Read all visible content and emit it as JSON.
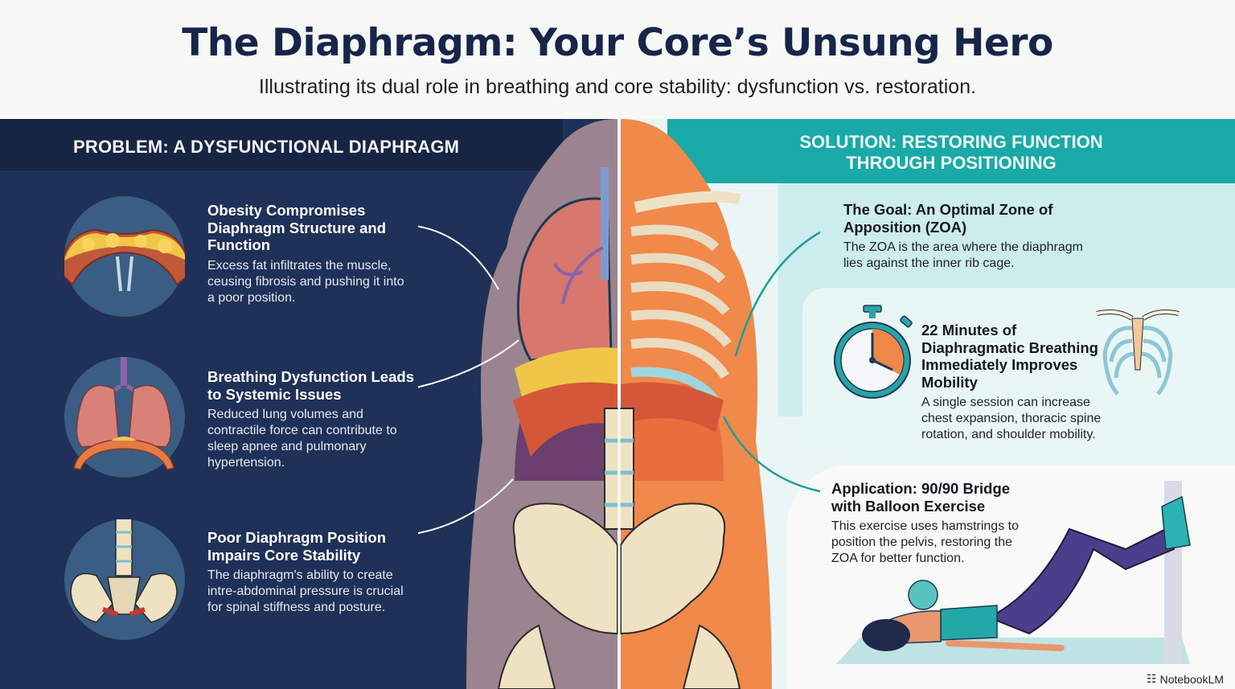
{
  "header": {
    "title": "The Diaphragm: Your Core’s Unsung Hero",
    "subtitle": "Illustrating its dual role in breathing and core stability: dysfunction vs. restoration."
  },
  "problem": {
    "heading": "PROBLEM: A DYSFUNCTIONAL DIAPHRAGM",
    "items": [
      {
        "title": "Obesity Compromises Diaphragm Structure and Function",
        "body": "Excess fat infiltrates the muscle, ceusing fibrosis and pushing it into a poor position.",
        "icon": "fatty-diaphragm-icon"
      },
      {
        "title": "Breathing Dysfunction Leads to Systemic Issues",
        "body": "Reduced lung volumes and contractile force can contribute to sleep apnee and pulmonary hypertension.",
        "icon": "lungs-diaphragm-icon"
      },
      {
        "title": "Poor Diaphragm Position Impairs Core Stability",
        "body": "The diaphragm's ability to create intre-abdominal pressure is crucial for spinal stiffness and posture.",
        "icon": "spine-pelvis-icon"
      }
    ]
  },
  "solution": {
    "heading_line1": "SOLUTION: RESTORING FUNCTION",
    "heading_line2": "THROUGH POSITIONING",
    "items": [
      {
        "title": "The Goal: An Optimal Zone of Apposition (ZOA)",
        "body": "The ZOA is the area where the diaphragm lies against the inner rib cage."
      },
      {
        "title": "22 Minutes of Diaphragmatic Breathing Immediately Improves Mobility",
        "body": "A single session can increase chest expansion, thoracic spine rotation, and shoulder mobility.",
        "icons": [
          "stopwatch-icon",
          "rib-cage-icon"
        ]
      },
      {
        "title": "Application: 90/90 Bridge with Balloon Exercise",
        "body": "This exercise uses hamstrings to position the pelvis, restoring the ZOA for better function.",
        "icon": "bridge-balloon-exercise-illustration"
      }
    ]
  },
  "colors": {
    "navy_panel": "#1f3158",
    "navy_header": "#172544",
    "teal_header": "#19a9a6",
    "teal_light": "#cdeced",
    "orange_body": "#f0894a",
    "title_navy": "#16254a"
  },
  "watermark": {
    "label": "NotebookLM"
  }
}
